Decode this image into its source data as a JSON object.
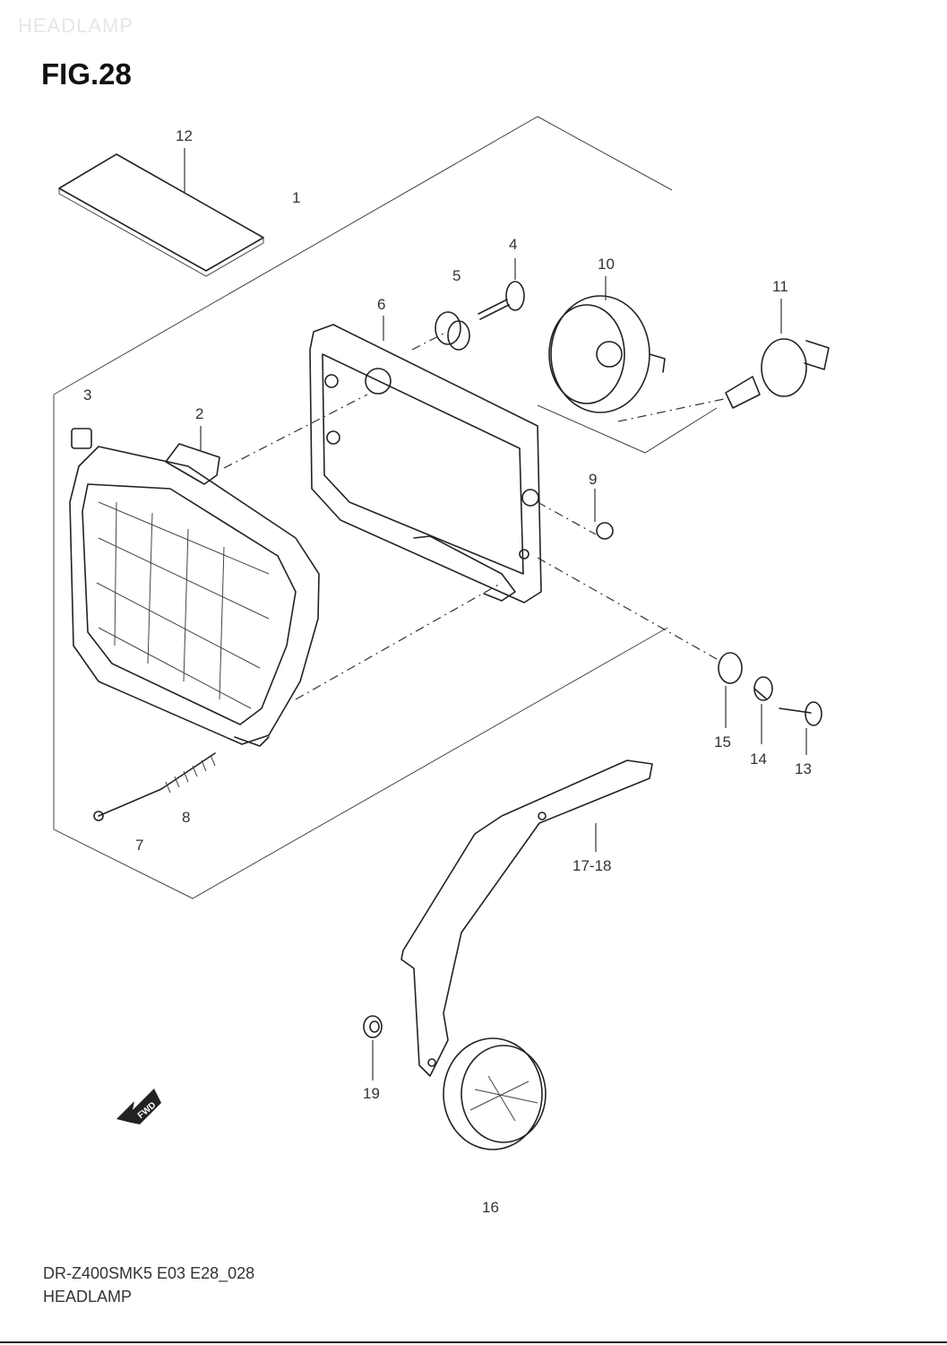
{
  "header": {
    "watermark": "HEADLAMP",
    "figure_title": "FIG.28"
  },
  "callouts": {
    "c1": "1",
    "c2": "2",
    "c3": "3",
    "c4": "4",
    "c5": "5",
    "c6": "6",
    "c7": "7",
    "c8": "8",
    "c9": "9",
    "c10": "10",
    "c11": "11",
    "c12": "12",
    "c13": "13",
    "c14": "14",
    "c15": "15",
    "c16": "16",
    "c17_18": "17-18",
    "c19": "19"
  },
  "direction_arrow": {
    "label": "FWD",
    "icon": "fwd-arrow-icon"
  },
  "footer": {
    "model_code": "DR-Z400SMK5 E03 E28_028",
    "section_name": "HEADLAMP"
  }
}
